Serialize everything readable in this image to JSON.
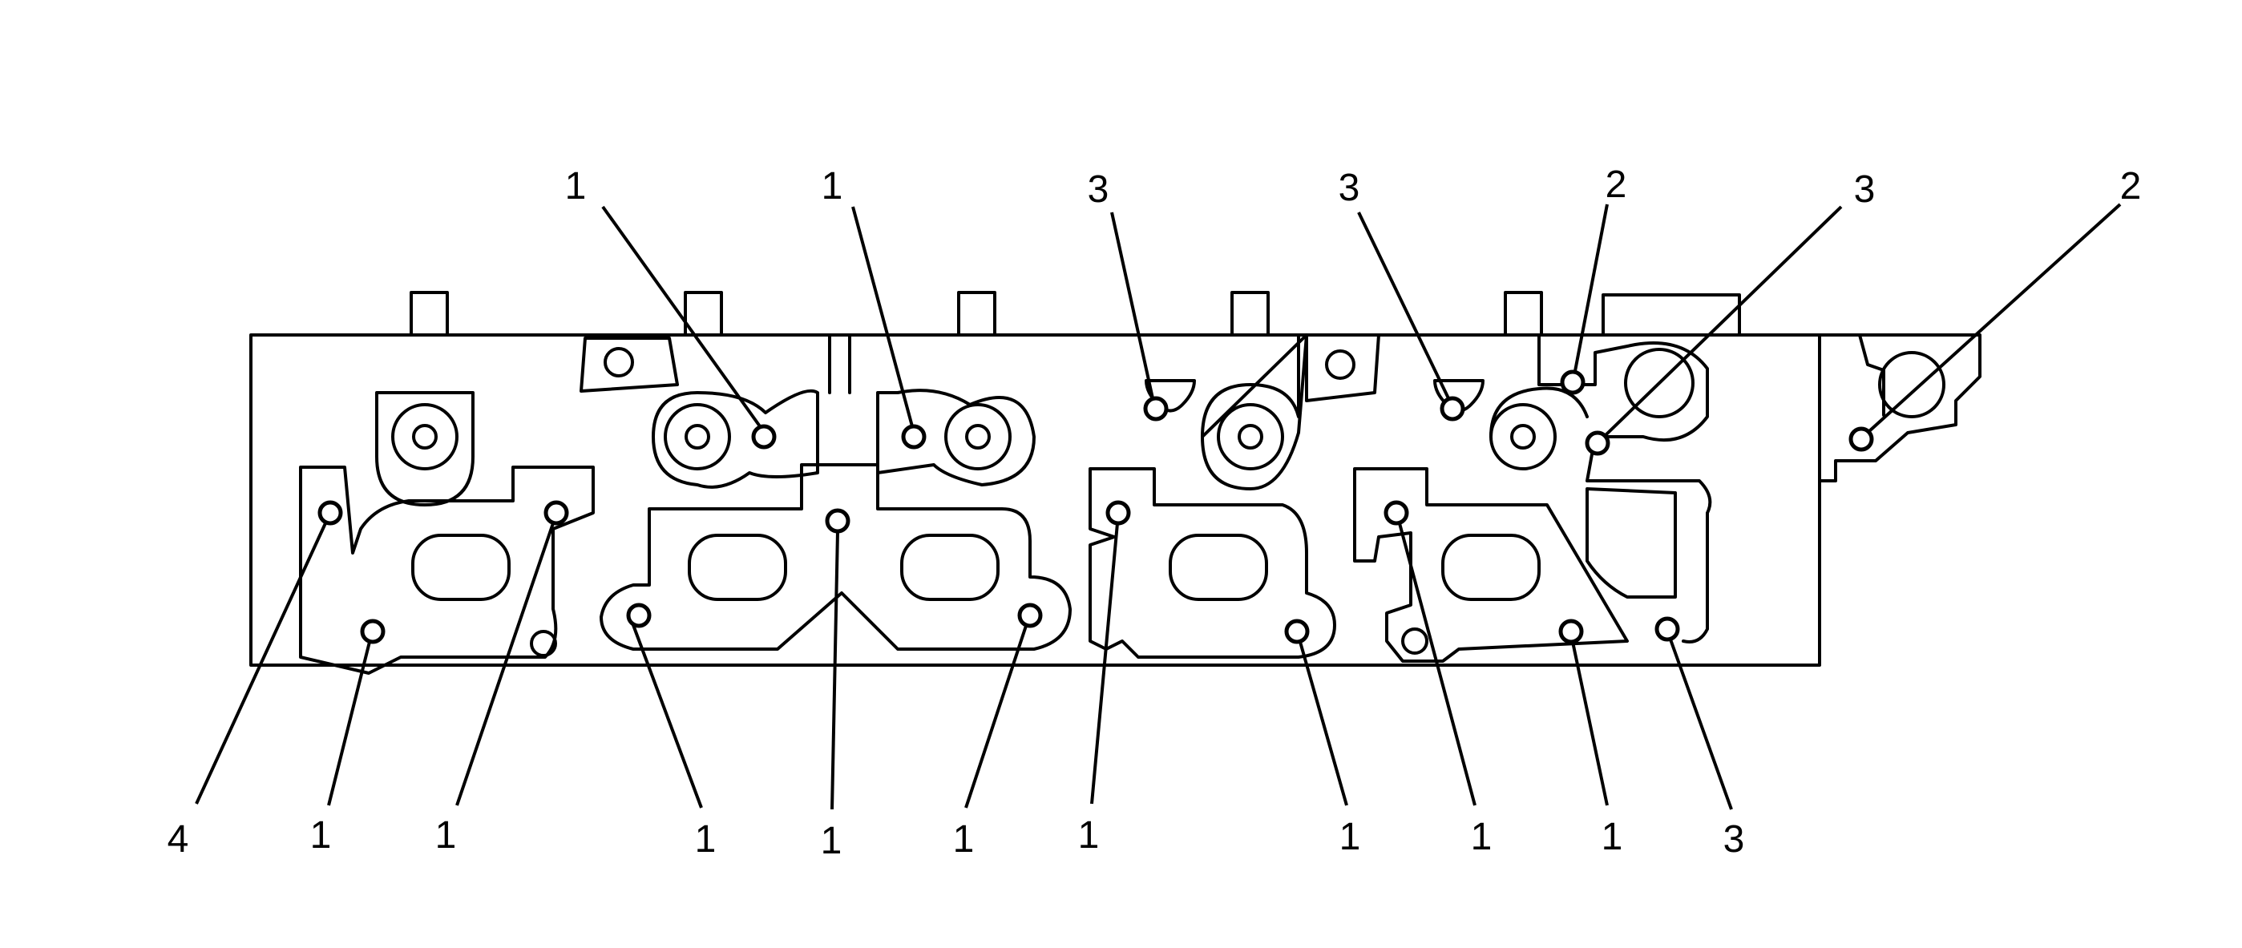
{
  "diagram": {
    "callouts": [
      {
        "id": "c-top-1a",
        "label": "1"
      },
      {
        "id": "c-top-1b",
        "label": "1"
      },
      {
        "id": "c-top-3a",
        "label": "3"
      },
      {
        "id": "c-top-3b",
        "label": "3"
      },
      {
        "id": "c-top-2a",
        "label": "2"
      },
      {
        "id": "c-top-3c",
        "label": "3"
      },
      {
        "id": "c-top-2b",
        "label": "2"
      },
      {
        "id": "c-bot-4",
        "label": "4"
      },
      {
        "id": "c-bot-1a",
        "label": "1"
      },
      {
        "id": "c-bot-1b",
        "label": "1"
      },
      {
        "id": "c-bot-1c",
        "label": "1"
      },
      {
        "id": "c-bot-1d",
        "label": "1"
      },
      {
        "id": "c-bot-1e",
        "label": "1"
      },
      {
        "id": "c-bot-1f",
        "label": "1"
      },
      {
        "id": "c-bot-1g",
        "label": "1"
      },
      {
        "id": "c-bot-1h",
        "label": "1"
      },
      {
        "id": "c-bot-1i",
        "label": "1"
      },
      {
        "id": "c-bot-3",
        "label": "3"
      }
    ]
  }
}
